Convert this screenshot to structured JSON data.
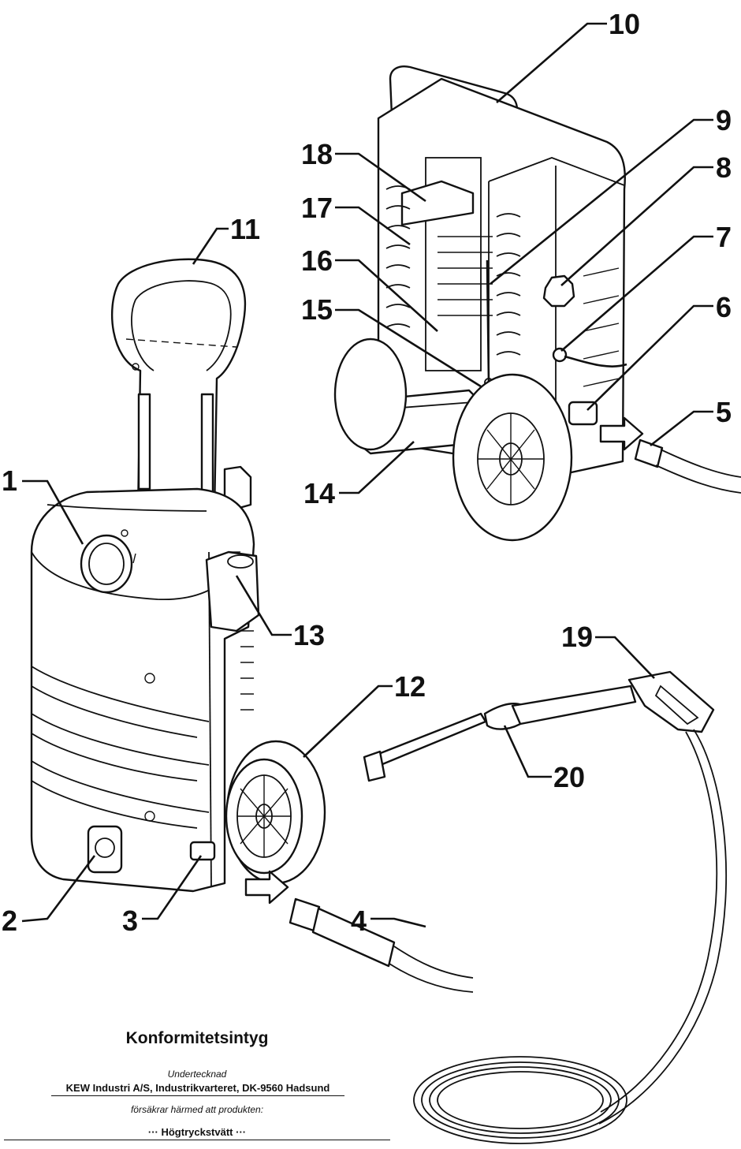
{
  "callouts": {
    "c1": "1",
    "c2": "2",
    "c3": "3",
    "c4": "4",
    "c5": "5",
    "c6": "6",
    "c7": "7",
    "c8": "8",
    "c9": "9",
    "c10": "10",
    "c11": "11",
    "c12": "12",
    "c13": "13",
    "c14": "14",
    "c15": "15",
    "c16": "16",
    "c17": "17",
    "c18": "18",
    "c19": "19",
    "c20": "20"
  },
  "certificate": {
    "title": "Konformitetsintyg",
    "undersigned": "Undertecknad",
    "company": "KEW Industri A/S, Industrikvarteret, DK-9560 Hadsund",
    "assurance": "försäkrar härmed att produkten:",
    "product": "··· Högtryckstvätt ···"
  }
}
